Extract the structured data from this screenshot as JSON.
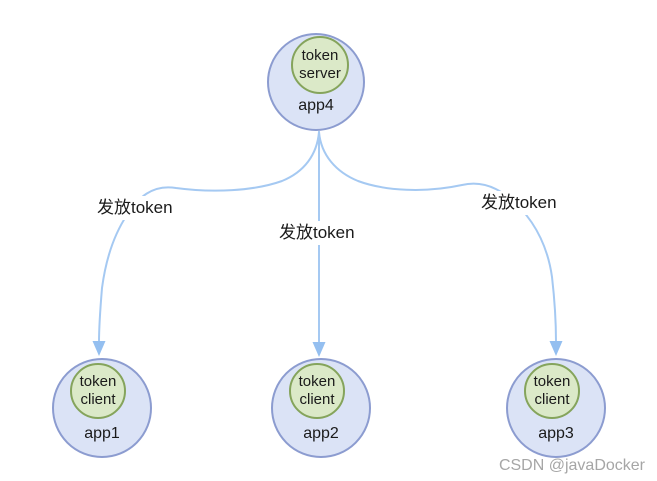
{
  "nodes": {
    "server": {
      "badge_line1": "token",
      "badge_line2": "server",
      "label": "app4"
    },
    "client1": {
      "badge_line1": "token",
      "badge_line2": "client",
      "label": "app1"
    },
    "client2": {
      "badge_line1": "token",
      "badge_line2": "client",
      "label": "app2"
    },
    "client3": {
      "badge_line1": "token",
      "badge_line2": "client",
      "label": "app3"
    }
  },
  "edges": [
    {
      "label": "发放token"
    },
    {
      "label": "发放token"
    },
    {
      "label": "发放token"
    }
  ],
  "watermark": "CSDN @javaDocker",
  "colors": {
    "node_fill": "#dbe3f6",
    "node_stroke": "#8c9cd0",
    "badge_fill": "#dbe9c8",
    "badge_stroke": "#85a45c",
    "edge_line": "#a5c9f2",
    "arrowhead": "#94bff0",
    "text": "#1a1a1a",
    "watermark_text": "#a6a6a6"
  }
}
